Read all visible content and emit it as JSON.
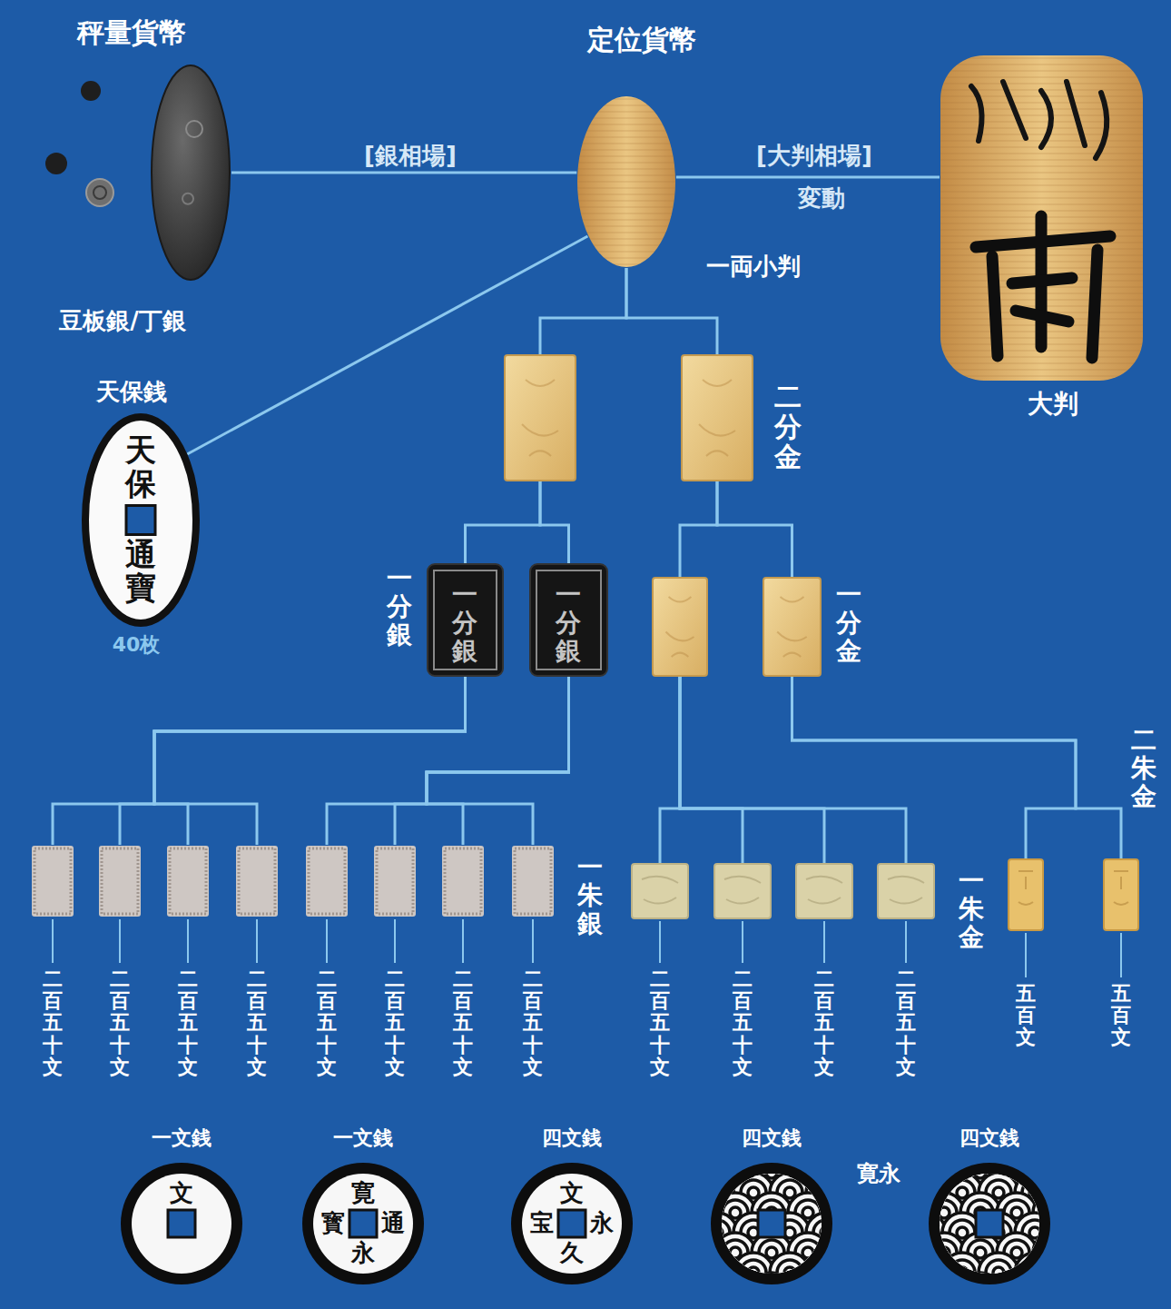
{
  "diagram": {
    "nodes": [
      {
        "text": [
          "豆板銀/丁銀"
        ]
      },
      {
        "text": [
          "一両小判"
        ]
      },
      {
        "text": [
          "大判"
        ]
      },
      {
        "text": [
          "天保銭",
          "天保",
          "通寶",
          "40枚"
        ]
      },
      {
        "text": []
      },
      {
        "text": [
          "二分金"
        ]
      },
      {
        "text": [
          "一分銀",
          "一分銀"
        ]
      },
      {
        "text": [
          "一分銀"
        ]
      },
      {
        "text": []
      },
      {
        "text": [
          "一分金"
        ]
      },
      {
        "text": [
          "二百五十文"
        ]
      },
      {
        "text": [
          "二百五十文"
        ]
      },
      {
        "text": [
          "二百五十文"
        ]
      },
      {
        "text": [
          "二百五十文"
        ]
      },
      {
        "text": [
          "二百五十文"
        ]
      },
      {
        "text": [
          "二百五十文"
        ]
      },
      {
        "text": [
          "二百五十文"
        ]
      },
      {
        "text": [
          "一朱銀",
          "二百五十文"
        ]
      },
      {
        "text": [
          "二百五十文"
        ]
      },
      {
        "text": [
          "二百五十文"
        ]
      },
      {
        "text": [
          "二百五十文"
        ]
      },
      {
        "text": [
          "一朱金",
          "二百五十文"
        ]
      },
      {
        "text": [
          "五百文"
        ]
      },
      {
        "text": [
          "五百文"
        ]
      },
      {
        "text": [
          "一文銭",
          "文"
        ]
      },
      {
        "text": [
          "一文銭",
          "寛",
          "永",
          "通",
          "寳"
        ]
      },
      {
        "text": [
          "四文銭",
          "文",
          "久",
          "永",
          "宝"
        ]
      },
      {
        "text": [
          "四文銭"
        ]
      },
      {
        "text": [
          "四文銭"
        ]
      }
    ],
    "edges": [
      {
        "from": 0,
        "to": 1,
        "label": "[銀相場]",
        "arrow": "none"
      },
      {
        "from": 1,
        "to": 2,
        "label": "[大判相場]",
        "arrow": "none"
      },
      {
        "from": 3,
        "to": 1,
        "arrow": "none"
      },
      {
        "from": 1,
        "to": 4,
        "arrow": "none"
      },
      {
        "from": 1,
        "to": 5,
        "arrow": "none"
      },
      {
        "from": 4,
        "to": 6,
        "arrow": "none"
      },
      {
        "from": 4,
        "to": 7,
        "arrow": "none"
      },
      {
        "from": 5,
        "to": 8,
        "arrow": "none"
      },
      {
        "from": 5,
        "to": 9,
        "arrow": "none"
      },
      {
        "from": 6,
        "to": 10,
        "arrow": "none"
      },
      {
        "from": 6,
        "to": 11,
        "arrow": "none"
      },
      {
        "from": 6,
        "to": 12,
        "arrow": "none"
      },
      {
        "from": 6,
        "to": 13,
        "arrow": "none"
      },
      {
        "from": 7,
        "to": 14,
        "arrow": "none"
      },
      {
        "from": 7,
        "to": 15,
        "arrow": "none"
      },
      {
        "from": 7,
        "to": 16,
        "arrow": "none"
      },
      {
        "from": 7,
        "to": 17,
        "arrow": "none"
      },
      {
        "from": 8,
        "to": 18,
        "arrow": "none"
      },
      {
        "from": 8,
        "to": 19,
        "arrow": "none"
      },
      {
        "from": 8,
        "to": 20,
        "arrow": "none"
      },
      {
        "from": 8,
        "to": 21,
        "arrow": "none"
      },
      {
        "from": 9,
        "to": 22,
        "arrow": "none"
      },
      {
        "from": 9,
        "to": 23,
        "arrow": "none"
      }
    ],
    "labels": [
      "秤量貨幣",
      "定位貨幣",
      "変動",
      "二朱金",
      "寛永"
    ]
  }
}
